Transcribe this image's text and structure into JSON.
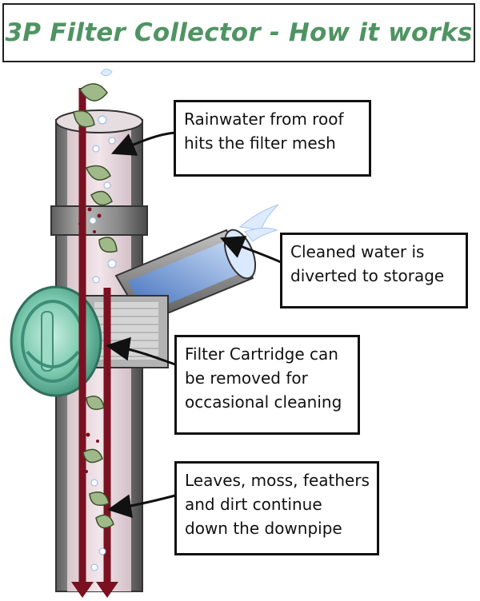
{
  "title": "3P Filter Collector - How it works",
  "colors": {
    "title_green": "#4e9462",
    "pipe_grey": "#8d8d8d",
    "flow_dark_red": "#7a1020",
    "water_blue": "#5a8fd8",
    "cartridge_teal": "#6fc3a9"
  },
  "callouts": [
    {
      "id": "rainwater",
      "text": "Rainwater from roof\nhits the filter mesh"
    },
    {
      "id": "cleaned",
      "text": "Cleaned water is\ndiverted to storage"
    },
    {
      "id": "cartridge",
      "text": "Filter Cartridge can\nbe removed for\noccasional cleaning"
    },
    {
      "id": "debris",
      "text": "Leaves, moss, feathers\nand dirt continue\ndown the downpipe"
    }
  ]
}
